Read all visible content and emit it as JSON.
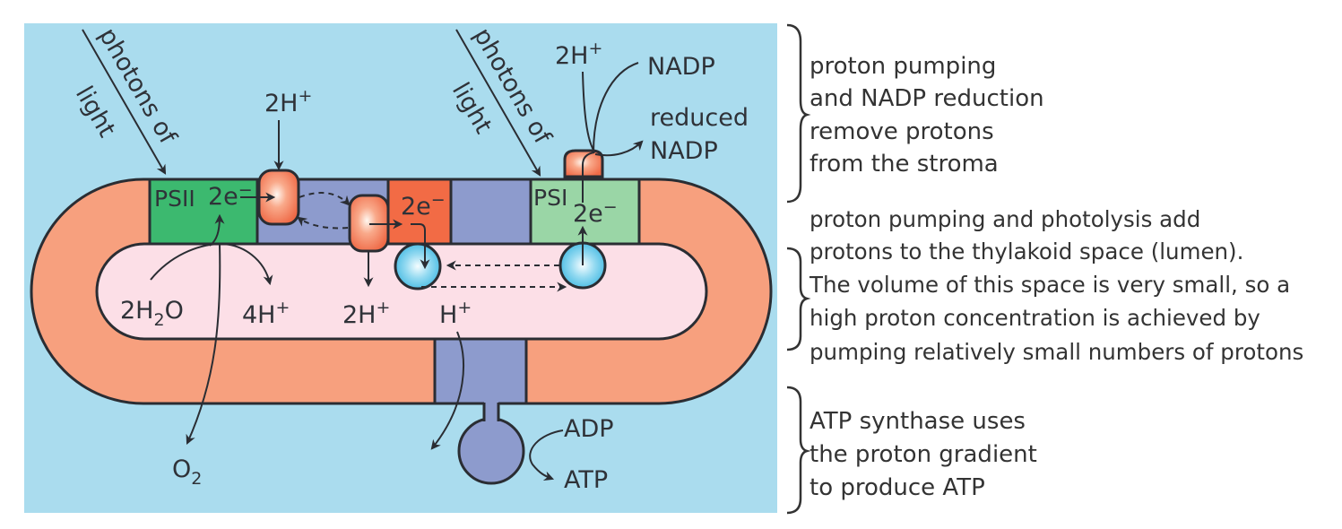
{
  "light_inputs": [
    {
      "line1": "photons of",
      "line2": "light"
    },
    {
      "line1": "photons of",
      "line2": "light"
    }
  ],
  "complexes": {
    "psii": "PSII",
    "psi": "PSI"
  },
  "electrons": [
    {
      "base": "2e",
      "sup": "−"
    },
    {
      "base": "2e",
      "sup": "−"
    },
    {
      "base": "2e",
      "sup": "−"
    }
  ],
  "stroma": {
    "cyt_protons": {
      "base": "2H",
      "sup": "+"
    },
    "nadp_protons": {
      "base": "2H",
      "sup": "+"
    },
    "nadp": "NADP",
    "reduced_nadp": [
      "reduced",
      "NADP"
    ],
    "oxygen": {
      "base": "O",
      "sub": "2"
    },
    "adp": "ADP",
    "atp": "ATP"
  },
  "lumen": {
    "water": {
      "pre": "2H",
      "sub": "2",
      "post": "O"
    },
    "photolysis_protons": {
      "base": "4H",
      "sup": "+"
    },
    "pumped_protons": {
      "base": "2H",
      "sup": "+"
    },
    "synthase_proton": {
      "base": "H",
      "sup": "+"
    }
  },
  "annotations": [
    {
      "lines": [
        "proton pumping",
        "and NADP reduction",
        "remove protons",
        "from the stroma"
      ]
    },
    {
      "lines": [
        "proton pumping and photolysis add",
        "protons to the  thylakoid space (lumen).",
        "The volume of this space is very small, so a",
        "high proton concentration is achieved by",
        "pumping relatively small numbers of protons"
      ]
    },
    {
      "lines": [
        "ATP synthase uses",
        "the proton gradient",
        "to produce ATP"
      ]
    }
  ],
  "colors": {
    "stroma": "#aadcee",
    "membrane": "#f7a07e",
    "lumen": "#fcdfe7",
    "psii": "#3cb96f",
    "cyt": "#8d9bcd",
    "red": "#f26b45",
    "psi": "#9ad6a6",
    "outline": "#2a2d33"
  }
}
